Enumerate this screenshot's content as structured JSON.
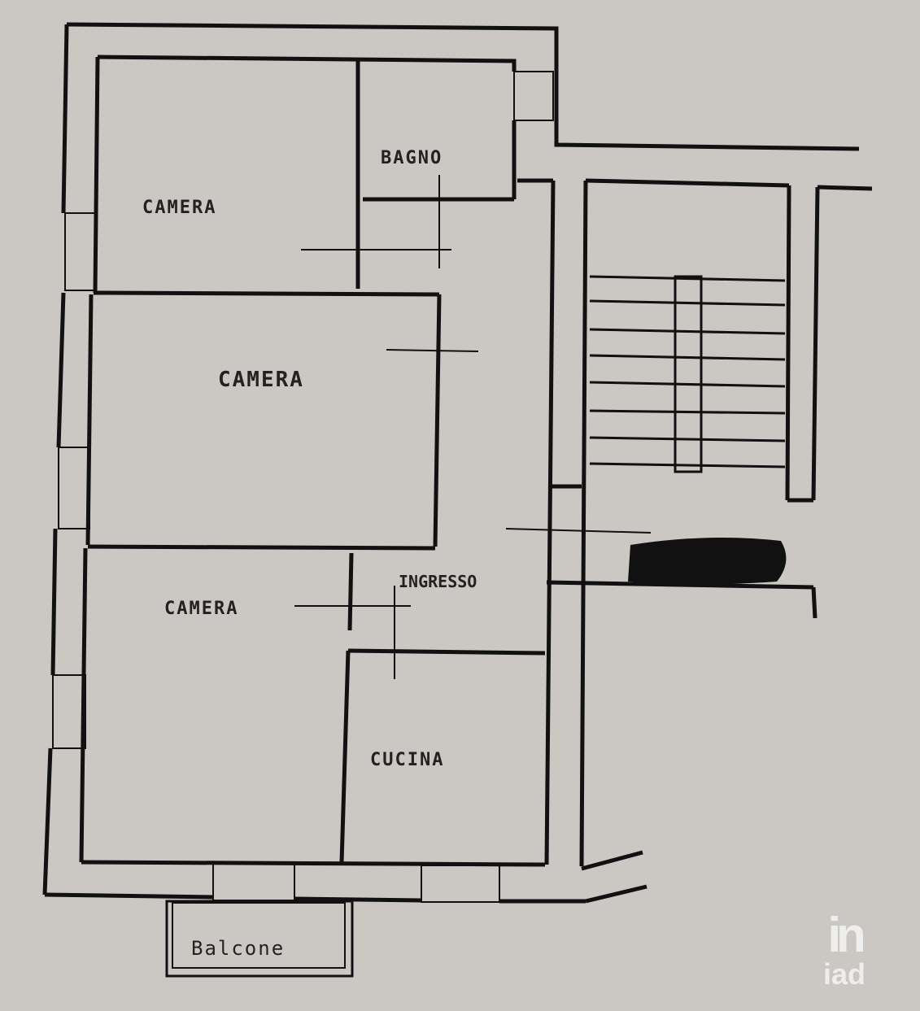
{
  "rooms": {
    "bagno": "BAGNO",
    "camera_top": "CAMERA",
    "camera_middle": "CAMERA",
    "camera_bottom": "CAMERA",
    "ingresso": "INGRESSO",
    "cucina": "CUCINA",
    "balcone": "Balcone"
  },
  "logo": {
    "mark": "in",
    "text": "iad"
  }
}
